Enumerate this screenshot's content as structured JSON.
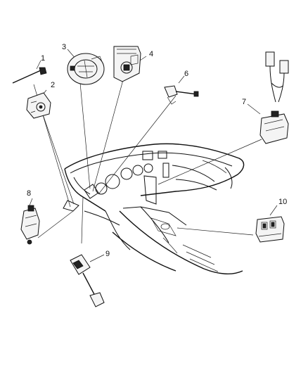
{
  "diagram": {
    "callouts": [
      {
        "id": "1",
        "label": "1"
      },
      {
        "id": "2",
        "label": "2"
      },
      {
        "id": "3",
        "label": "3"
      },
      {
        "id": "4",
        "label": "4"
      },
      {
        "id": "5",
        "label": "6"
      },
      {
        "id": "6",
        "label": "7"
      },
      {
        "id": "7",
        "label": "8"
      },
      {
        "id": "8",
        "label": "9"
      },
      {
        "id": "9",
        "label": "10"
      }
    ]
  }
}
